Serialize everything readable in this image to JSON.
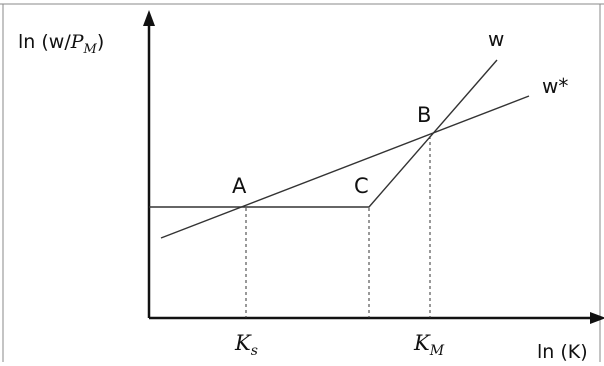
{
  "diagram": {
    "y_axis_label": {
      "prefix": "ln (w/",
      "var": "P",
      "sub": "M",
      "suffix": ")"
    },
    "x_axis_label": "ln (K)",
    "curve_labels": {
      "w": "w",
      "w_star": "w*"
    },
    "points": {
      "A": "A",
      "B": "B",
      "C": "C"
    },
    "x_ticks": [
      {
        "var": "K",
        "sub": "s"
      },
      {
        "var": "K",
        "sub": "M"
      }
    ],
    "colors": {
      "line": "#333333",
      "axis": "#111111",
      "frame": "#8a8a8a"
    }
  }
}
